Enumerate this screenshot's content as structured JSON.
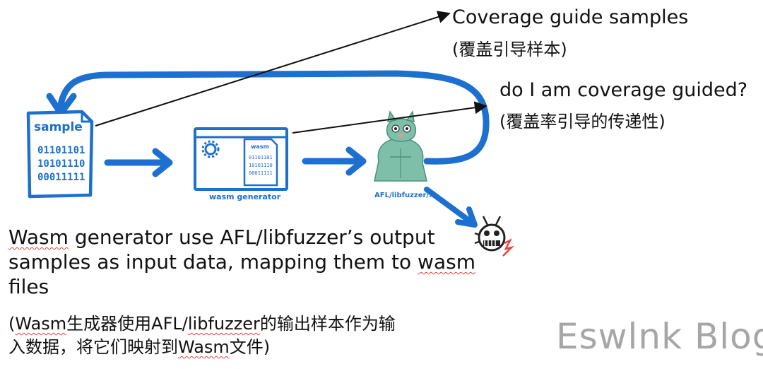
{
  "texts": {
    "coverage_title": "Coverage guide samples",
    "coverage_cn": "(覆盖引导样本)",
    "question_title": "do I am coverage guided?",
    "question_cn": "(覆盖率引导的传递性)",
    "main_line1_word": "Wasm",
    "main_line1_rest": " generator use AFL/libfuzzer’s output",
    "main_line2_pre": "samples as input data, mapping them to ",
    "main_line2_word": "wasm",
    "main_line3": "files",
    "sub_line1_pre": "(",
    "sub_line1_word": "Wasm",
    "sub_line1_mid": "生成器使用AFL/",
    "sub_line1_word2": "libfuzzer",
    "sub_line1_rest": "的输出样本作为输",
    "sub_line2_pre": "入数据，将它们映射到",
    "sub_line2_word": "Wasm",
    "sub_line2_rest": "文件)",
    "brand": "Eswlnk Blog"
  },
  "diagram": {
    "sample_label": "sample",
    "binary_lines": [
      "01101101",
      "10101110",
      "00011111"
    ],
    "generator_label": "wasm generator",
    "file_label": "wasm",
    "mini_binary": [
      "01101101",
      "10101110",
      "00011111"
    ],
    "fuzzer_label": "AFL/libfuzzer/...",
    "colors": {
      "arrow_blue": "#1d6fd0",
      "gopher_green": "#7dbfa8",
      "dark": "#222222"
    }
  }
}
